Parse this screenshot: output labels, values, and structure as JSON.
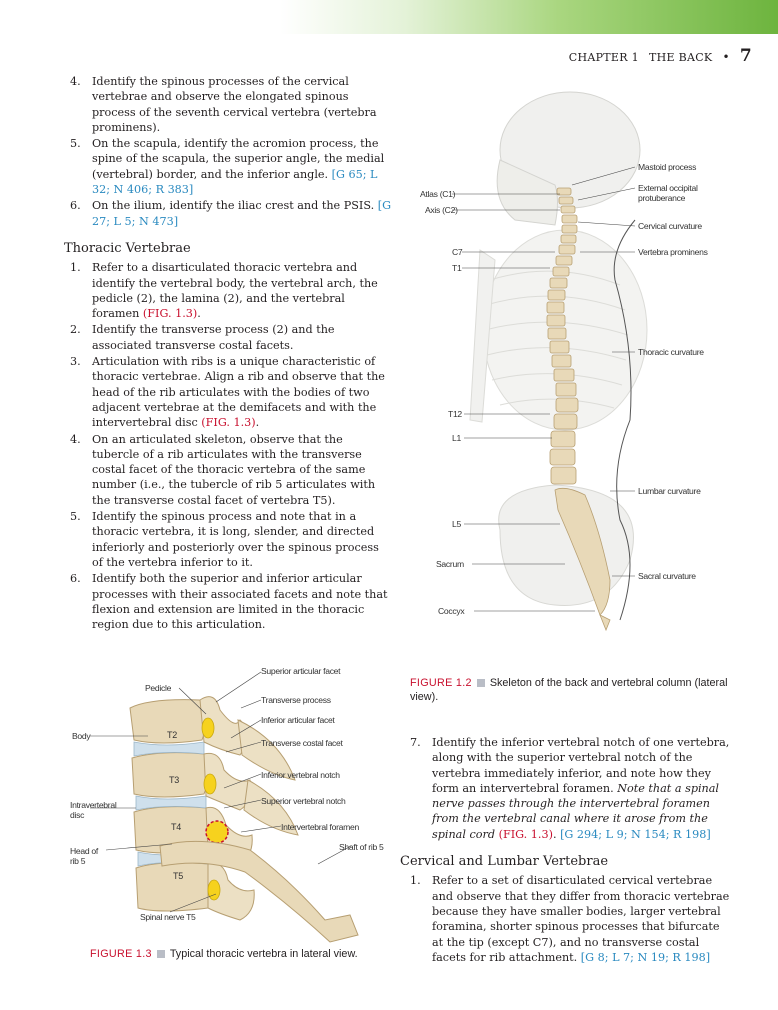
{
  "running_head": {
    "chapter": "CHAPTER 1",
    "title": "THE BACK",
    "separator": "•",
    "page": "7"
  },
  "left_column": {
    "items_top": [
      {
        "num": "4.",
        "text": "Identify the spinous processes of the cervical vertebrae and observe the elongated spinous process of the seventh cervical vertebra (vertebra prominens)."
      },
      {
        "num": "5.",
        "text": "On the scapula, identify the acromion process, the spine of the scapula, the superior angle, the medial (vertebral) border, and the inferior angle.",
        "ref": "[G 65; L 32; N 406; R 383]"
      },
      {
        "num": "6.",
        "text": "On the ilium, identify the iliac crest and the PSIS.",
        "ref": "[G 27; L 5; N 473]"
      }
    ],
    "section_heading": "Thoracic Vertebrae",
    "items_thoracic": [
      {
        "num": "1.",
        "text": "Refer to a disarticulated thoracic vertebra and identify the vertebral body, the vertebral arch, the pedicle (2), the lamina (2), and the vertebral foramen",
        "fig": "(FIG. 1.3)",
        "after": "."
      },
      {
        "num": "2.",
        "text": "Identify the transverse process (2) and the associated transverse costal facets."
      },
      {
        "num": "3.",
        "text": "Articulation with ribs is a unique characteristic of thoracic vertebrae. Align a rib and observe that the head of the rib articulates with the bodies of two adjacent vertebrae at the demifacets and with the intervertebral disc",
        "fig": "(FIG. 1.3)",
        "after": "."
      },
      {
        "num": "4.",
        "text": "On an articulated skeleton, observe that the tubercle of a rib articulates with the transverse costal facet of the thoracic vertebra of the same number (i.e., the tubercle of rib 5 articulates with the transverse costal facet of vertebra T5)."
      },
      {
        "num": "5.",
        "text": "Identify the spinous process and note that in a thoracic vertebra, it is long, slender, and directed inferiorly and posteriorly over the spinous process of the vertebra inferior to it."
      },
      {
        "num": "6.",
        "text": "Identify both the superior and inferior articular processes with their associated facets and note that flexion and extension are limited in the thoracic region due to this articulation."
      }
    ]
  },
  "figure_1_2": {
    "labels_left": [
      "Atlas (C1)",
      "Axis (C2)",
      "C7",
      "T1",
      "T12",
      "L1",
      "L5",
      "Sacrum",
      "Coccyx"
    ],
    "labels_right": [
      "Mastoid process",
      "External occipital protuberance",
      "Cervical curvature",
      "Vertebra prominens",
      "Thoracic curvature",
      "Lumbar curvature",
      "Sacral curvature"
    ],
    "caption_num": "FIGURE 1.2",
    "caption_text": "Skeleton of the back and vertebral column (lateral view)."
  },
  "figure_1_3": {
    "labels": {
      "superior_articular_facet": "Superior articular facet",
      "pedicle": "Pedicle",
      "transverse_process": "Transverse process",
      "inferior_articular_facet": "Inferior articular facet",
      "body": "Body",
      "transverse_costal_facet": "Transverse costal facet",
      "inferior_vertebral_notch": "Inferior vertebral notch",
      "superior_vertebral_notch": "Superior vertebral notch",
      "intravertebral_disc": "Intravertebral disc",
      "intervertebral_foramen": "Intervertebral foramen",
      "head_of_rib": "Head of rib 5",
      "shaft_of_rib": "Shaft of rib 5",
      "spinal_nerve": "Spinal nerve T5",
      "t2": "T2",
      "t3": "T3",
      "t4": "T4",
      "t5": "T5"
    },
    "caption_num": "FIGURE 1.3",
    "caption_text": "Typical thoracic vertebra in lateral view."
  },
  "right_column": {
    "item_7": {
      "num": "7.",
      "text": "Identify the inferior vertebral notch of one vertebra, along with the superior vertebral notch of the vertebra immediately inferior, and note how they form an intervertebral foramen.",
      "note": "Note that a spinal nerve passes through the intervertebral foramen from the vertebral canal where it arose from the spinal cord",
      "fig": "(FIG. 1.3)",
      "ref": "[G 294; L 9; N 154; R 198]"
    },
    "section_heading": "Cervical and Lumbar Vertebrae",
    "item_1": {
      "num": "1.",
      "text": "Refer to a set of disarticulated cervical vertebrae and observe that they differ from thoracic vertebrae because they have smaller bodies, larger vertebral foramina, shorter spinous processes that bifurcate at the tip (except C7), and no transverse costal facets for rib attachment.",
      "ref": "[G 8; L 7; N 19; R 198]"
    }
  },
  "colors": {
    "accent_green": "#6db43e",
    "figure_red": "#c8102e",
    "ref_blue": "#2a8ac0",
    "bone": "#e8d9b8"
  }
}
